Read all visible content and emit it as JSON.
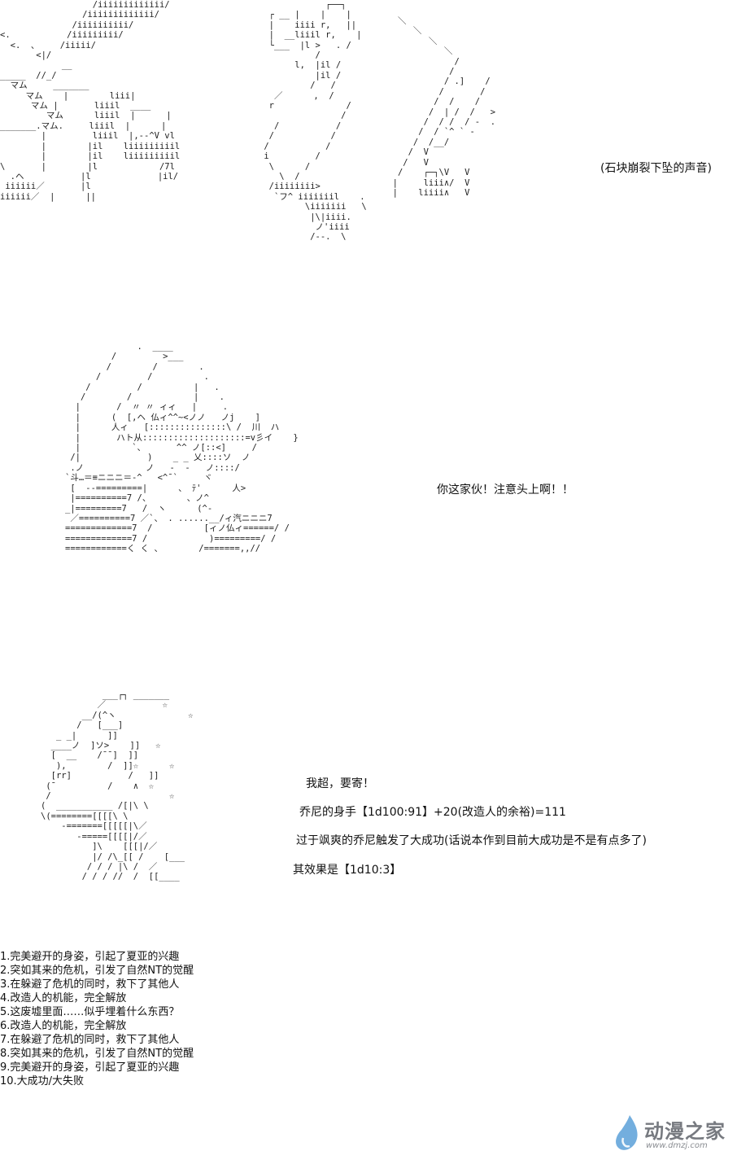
{
  "panel1": {
    "caption": "(石块崩裂下坠的声音)"
  },
  "panel2": {
    "speech": "你这家伙！注意头上啊！！"
  },
  "panel3": {
    "line1": "我超，要寄！",
    "line2": "乔尼的身手【1d100:91】+20(改造人的余裕)=111",
    "line3": "过于飒爽的乔尼触发了大成功(话说本作到目前大成功是不是有点多了)",
    "line4": "其效果是【1d10:3】"
  },
  "choices": [
    "1.完美避开的身姿，引起了夏亚的兴趣",
    "2.突如其来的危机，引发了自然NT的觉醒",
    "3.在躲避了危机的同时，救下了其他人",
    "4.改造人的机能，完全解放",
    "5.这废墟里面……似乎埋着什么东西？",
    "6.改造人的机能，完全解放",
    "7.在躲避了危机的同时，救下了其他人",
    "8.突如其来的危机，引发了自然NT的觉醒",
    "9.完美避开的身姿，引起了夏亚的兴趣",
    "10.大成功/大失败"
  ],
  "watermark": {
    "title": "动漫之家",
    "url": "www.dmzj.com",
    "icon": "water-drop-icon",
    "color": "#5aa0d8"
  }
}
